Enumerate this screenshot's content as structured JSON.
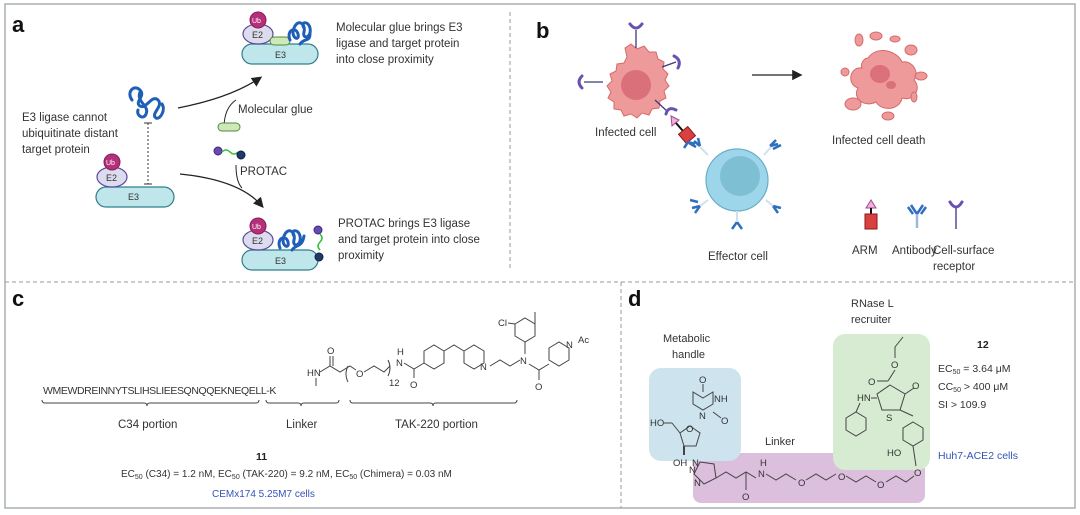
{
  "figure": {
    "panels": {
      "a": {
        "letter": "a",
        "left_caption": [
          "E3 ligase cannot",
          "ubiquitinate distant",
          "target protein"
        ],
        "glue_caption": [
          "Molecular glue brings E3",
          "ligase and target protein",
          "into close proximity"
        ],
        "protac_caption": [
          "PROTAC brings E3 ligase",
          "and target protein into close",
          "proximity"
        ],
        "molecular_glue_label": "Molecular glue",
        "protac_label": "PROTAC",
        "ub_label": "Ub",
        "e2_label": "E2",
        "e3_label": "E3"
      },
      "b": {
        "letter": "b",
        "infected_cell_label": "Infected cell",
        "effector_cell_label": "Effector cell",
        "cell_death_label": "Infected cell death",
        "legend": [
          {
            "icon": "arm-icon",
            "label": [
              "ARM"
            ]
          },
          {
            "icon": "antibody-icon",
            "label": [
              "Antibody"
            ]
          },
          {
            "icon": "receptor-icon",
            "label": [
              "Cell-surface",
              "receptor"
            ]
          }
        ]
      },
      "c": {
        "letter": "c",
        "peptide": "WMEWDREINNYTSLIHSLIEESQNQQEKNEQELL-K",
        "portions": [
          "C34 portion",
          "Linker",
          "TAK-220 portion"
        ],
        "compound_number": "11",
        "activity": {
          "parts": [
            {
              "prefix": "EC",
              "sub": "50",
              "rest": " (C34) = 1.2 nM, "
            },
            {
              "prefix": "EC",
              "sub": "50",
              "rest": " (TAK-220) = 9.2 nM, "
            },
            {
              "prefix": "EC",
              "sub": "50",
              "rest": " (Chimera) = 0.03 nM"
            }
          ]
        },
        "cells": "CEMx174 5.25M7 cells",
        "chem_labels": {
          "hn": "HN",
          "o": "O",
          "h": "H",
          "n": "N",
          "repeat": "12",
          "cl": "Cl",
          "ac": "Ac"
        }
      },
      "d": {
        "letter": "d",
        "metabolic_handle": [
          "Metabolic",
          "handle"
        ],
        "rnase_recruiter": [
          "RNase L",
          "recruiter"
        ],
        "linker_label": "Linker",
        "compound_number": "12",
        "activity": [
          {
            "prefix": "EC",
            "sub": "50",
            "rest": " = 3.64 μM"
          },
          {
            "prefix": "CC",
            "sub": "50",
            "rest": " > 400 μM"
          },
          {
            "prefix": "SI",
            "sub": "",
            "rest": " > 109.9"
          }
        ],
        "cells": "Huh7-ACE2 cells",
        "chem_labels": {
          "ho": "HO",
          "oh": "OH",
          "o": "O",
          "nh": "NH",
          "n": "N",
          "hn": "HN",
          "s": "S",
          "h": "H"
        }
      }
    },
    "colors": {
      "e3": "#bfe6ea",
      "e2": "#dcdcee",
      "ub": "#b5307a",
      "protein": "#1f5fb8",
      "glue": "#cfe8b8",
      "infected": "#ef9a9a",
      "effector": "#9dd6ea",
      "arm": "#d94040",
      "metabolic_bg": "#cde3ee",
      "rnase_bg": "#d6ebd2",
      "linker_bg": "#dcbfdd",
      "cells_text": "#3355bb"
    }
  }
}
